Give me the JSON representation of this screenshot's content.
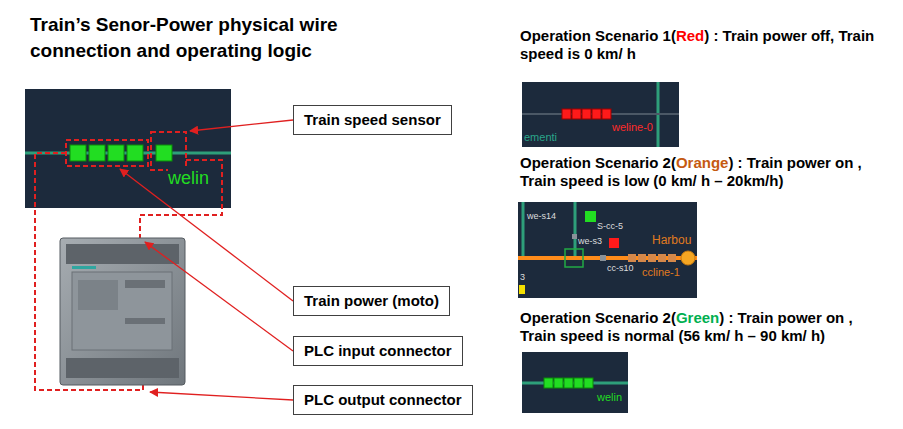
{
  "diagram": {
    "title": "Train’s Senor-Power physical wire connection and operating logic",
    "nodes": [
      {
        "text": [
          "Train speed sensor"
        ]
      },
      {
        "text": [
          "Train power (moto)"
        ]
      },
      {
        "text": [
          "PLC input connector"
        ]
      },
      {
        "text": [
          "PLC output connector"
        ]
      }
    ],
    "labels": [
      "Operation Scenario 1(",
      "Red",
      ") : Train power off, Train speed is 0 km/ h",
      "weline-0",
      "ementi",
      "Operation Scenario 2(",
      "Orange",
      ") : Train power on , Train speed is low (0 km/ h – 20km/h)",
      "we-s14",
      "S-cc-5",
      "we-s3",
      "cc-s10",
      "Harbou",
      "ccline-1",
      "3",
      "Operation Scenario 2(",
      "Green",
      ") : Train power on , Train speed is normal (56 km/ h – 90 km/ h)",
      "welin",
      "welin"
    ]
  }
}
